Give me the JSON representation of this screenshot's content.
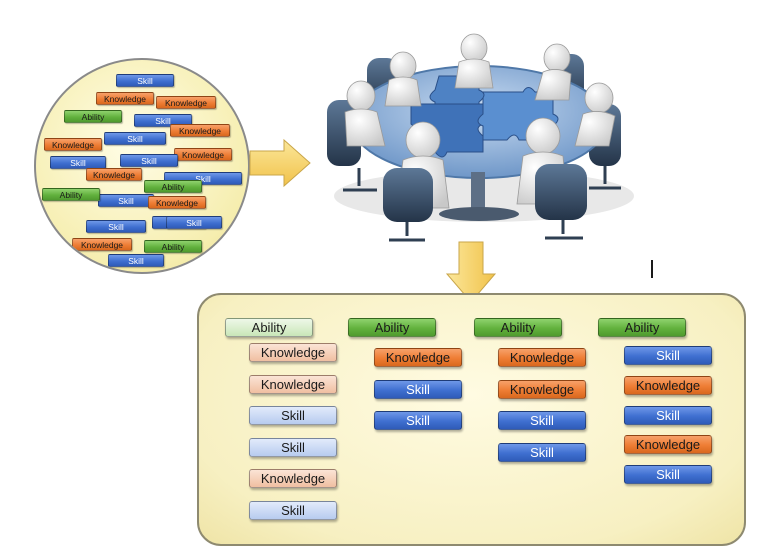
{
  "labels": {
    "skill": "Skill",
    "knowledge": "Knowledge",
    "ability": "Ability"
  },
  "icons": {
    "meeting": "team-meeting-puzzle-table-icon",
    "arrow_right": "arrow-right-icon",
    "arrow_down": "arrow-down-icon"
  },
  "colors": {
    "skill": "#3f6fd0",
    "knowledge": "#ee7d34",
    "ability": "#62b13d",
    "circle_fill": "#f6eeb0",
    "panel_fill": "#f7f0c2",
    "arrow_fill": "#f7d36b"
  },
  "pool": [
    {
      "type": "skill"
    },
    {
      "type": "knowledge"
    },
    {
      "type": "knowledge"
    },
    {
      "type": "ability"
    },
    {
      "type": "skill"
    },
    {
      "type": "knowledge"
    },
    {
      "type": "knowledge"
    },
    {
      "type": "skill"
    },
    {
      "type": "skill"
    },
    {
      "type": "knowledge"
    },
    {
      "type": "skill"
    },
    {
      "type": "knowledge"
    },
    {
      "type": "skill"
    },
    {
      "type": "skill"
    },
    {
      "type": "ability"
    },
    {
      "type": "ability"
    },
    {
      "type": "skill"
    },
    {
      "type": "knowledge"
    },
    {
      "type": "skill"
    },
    {
      "type": "skill"
    },
    {
      "type": "knowledge"
    },
    {
      "type": "ability"
    },
    {
      "type": "skill"
    }
  ],
  "groups": [
    {
      "state": "pale",
      "items": [
        "ability",
        "knowledge",
        "knowledge",
        "skill",
        "skill",
        "knowledge",
        "skill"
      ]
    },
    {
      "state": "solid",
      "items": [
        "ability",
        "knowledge",
        "skill",
        "skill"
      ]
    },
    {
      "state": "solid",
      "items": [
        "ability",
        "knowledge",
        "knowledge",
        "skill",
        "skill"
      ]
    },
    {
      "state": "solid",
      "items": [
        "ability",
        "skill",
        "knowledge",
        "skill",
        "knowledge",
        "skill"
      ]
    }
  ]
}
